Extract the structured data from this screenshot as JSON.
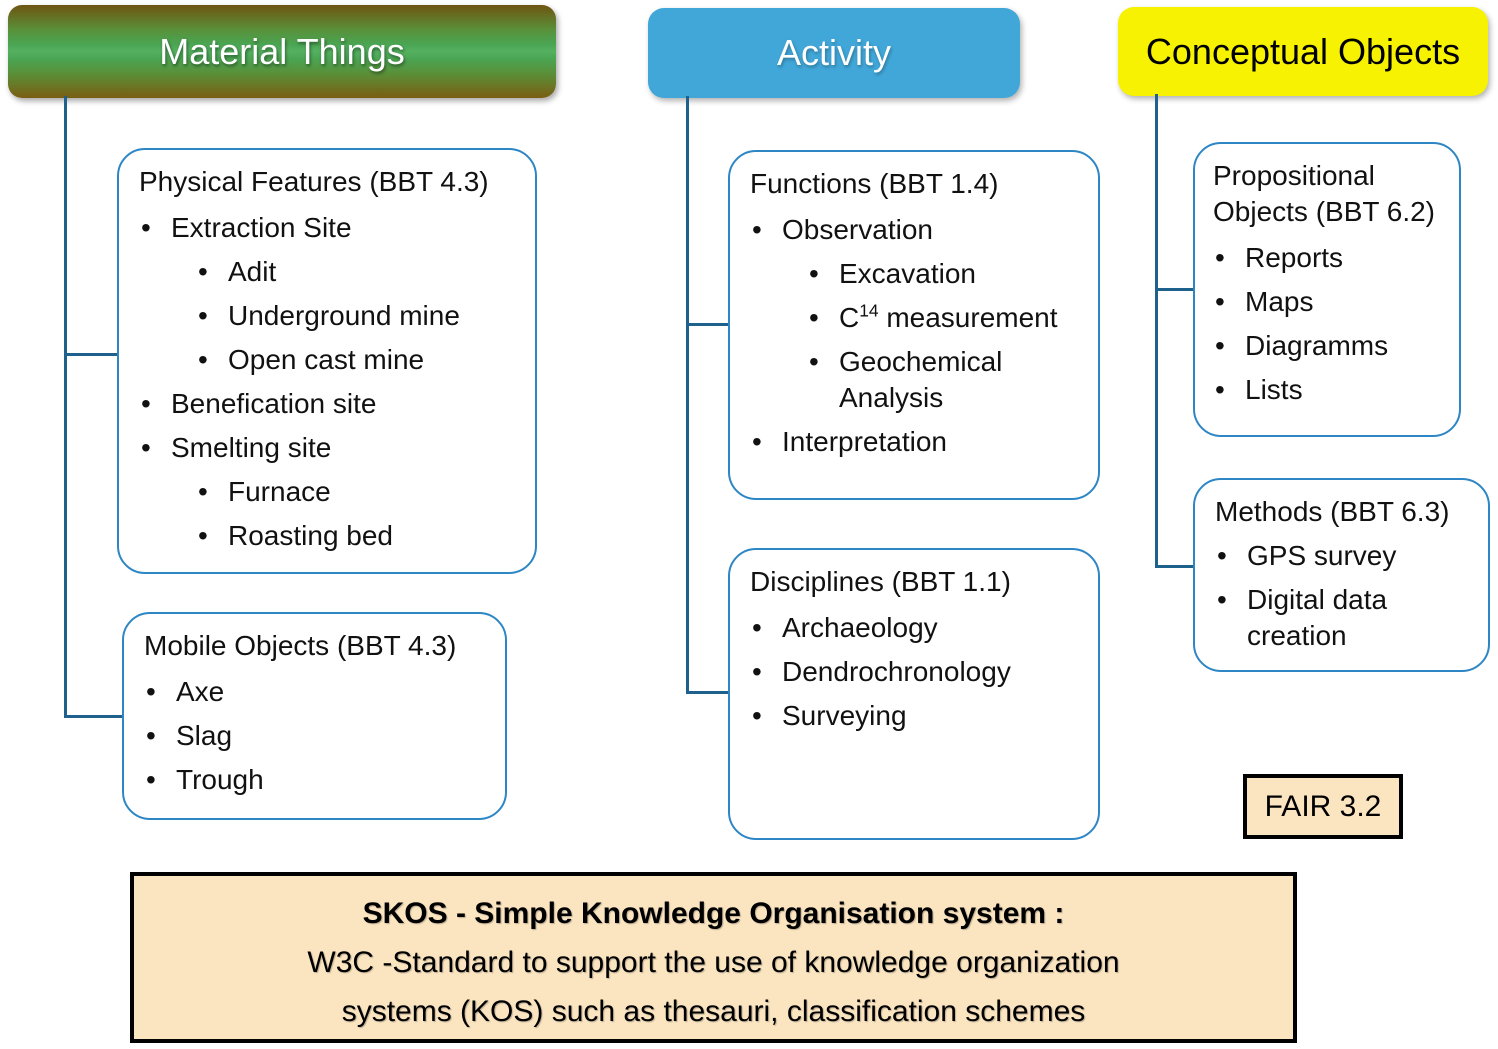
{
  "columns": [
    {
      "id": "material",
      "header": "Material Things",
      "boxes": [
        {
          "id": "physical-features",
          "title": "Physical Features (BBT 4.3)",
          "items": [
            {
              "text": "Extraction Site",
              "level": 1
            },
            {
              "text": "Adit",
              "level": 2
            },
            {
              "text": "Underground mine",
              "level": 2
            },
            {
              "text": "Open cast mine",
              "level": 2
            },
            {
              "text": "Benefication site",
              "level": 1
            },
            {
              "text": "Smelting site",
              "level": 1
            },
            {
              "text": "Furnace",
              "level": 2
            },
            {
              "text": "Roasting bed",
              "level": 2
            }
          ]
        },
        {
          "id": "mobile-objects",
          "title": "Mobile Objects (BBT 4.3)",
          "items": [
            {
              "text": "Axe",
              "level": 1
            },
            {
              "text": "Slag",
              "level": 1
            },
            {
              "text": "Trough",
              "level": 1
            }
          ]
        }
      ]
    },
    {
      "id": "activity",
      "header": "Activity",
      "boxes": [
        {
          "id": "functions",
          "title": "Functions (BBT 1.4)",
          "items": [
            {
              "text": "Observation",
              "level": 1
            },
            {
              "text": "Excavation",
              "level": 2
            },
            {
              "pre": "C",
              "sup": "14",
              "post": " measurement",
              "level": 2
            },
            {
              "text": "Geochemical Analysis",
              "level": 2
            },
            {
              "text": "Interpretation",
              "level": 1
            }
          ]
        },
        {
          "id": "disciplines",
          "title": "Disciplines (BBT 1.1)",
          "items": [
            {
              "text": "Archaeology",
              "level": 1
            },
            {
              "text": "Dendrochronology",
              "level": 1
            },
            {
              "text": "Surveying",
              "level": 1
            }
          ]
        }
      ]
    },
    {
      "id": "conceptual",
      "header": "Conceptual Objects",
      "boxes": [
        {
          "id": "propositional-objects",
          "title": "Propositional Objects (BBT 6.2)",
          "items": [
            {
              "text": "Reports",
              "level": 1
            },
            {
              "text": "Maps",
              "level": 1
            },
            {
              "text": "Diagramms",
              "level": 1
            },
            {
              "text": "Lists",
              "level": 1
            }
          ]
        },
        {
          "id": "methods",
          "title": "Methods (BBT 6.3)",
          "items": [
            {
              "text": "GPS survey",
              "level": 1
            },
            {
              "text": "Digital data creation",
              "level": 1
            }
          ]
        }
      ]
    }
  ],
  "fair_badge": "FAIR 3.2",
  "banner": {
    "line1": "SKOS - Simple Knowledge Organisation system :",
    "line2": "W3C -Standard to support the use of knowledge organization",
    "line3": "systems (KOS) such as thesauri, classification schemes"
  },
  "colors": {
    "activity_header": "#41a7d9",
    "conceptual_header": "#f7f201",
    "material_gradient_top": "#6f5512",
    "material_gradient_mid": "#4aa553",
    "material_gradient_bottom": "#7a5d12",
    "box_border": "#2e86c5",
    "connector": "#1f618d",
    "banner_fill": "#fbe5c1"
  }
}
